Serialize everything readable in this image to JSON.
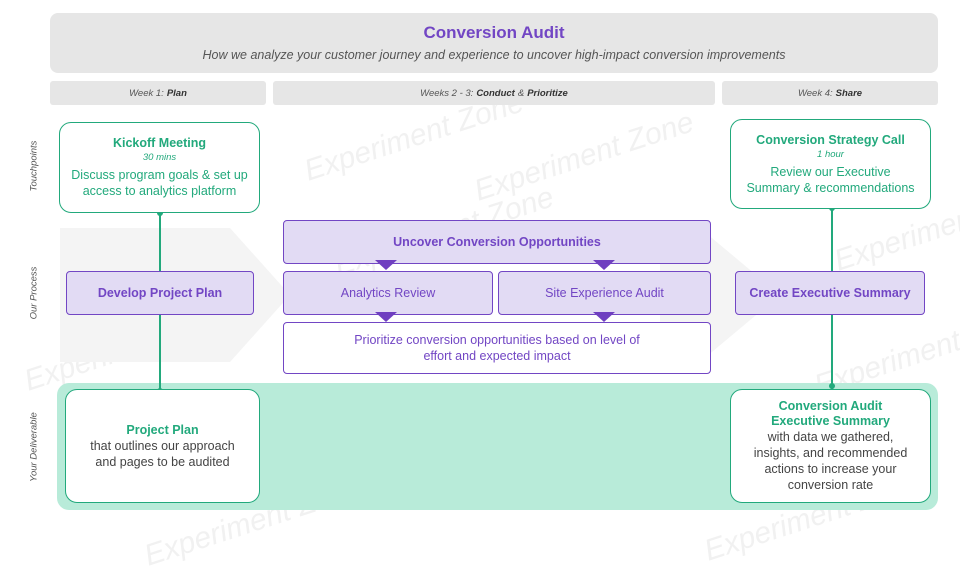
{
  "header": {
    "title": "Conversion Audit",
    "subtitle": "How we analyze your customer journey and experience to uncover high-impact conversion improvements"
  },
  "weeks": [
    {
      "prefix": "Week 1:",
      "strong": "Plan"
    },
    {
      "prefix": "Weeks 2 - 3:",
      "strong": "Conduct",
      "joiner": "&",
      "strong2": "Prioritize"
    },
    {
      "prefix": "Week 4:",
      "strong": "Share"
    }
  ],
  "row_labels": {
    "touchpoints": "Touchpoints",
    "process": "Our Process",
    "deliverable": "Your Deliverable"
  },
  "touchpoints": {
    "kickoff": {
      "title": "Kickoff Meeting",
      "duration": "30 mins",
      "desc_line1": "Discuss program goals & set up",
      "desc_line2": "access to analytics platform"
    },
    "strategy": {
      "title": "Conversion Strategy Call",
      "duration": "1 hour",
      "desc_line1": "Review our Executive",
      "desc_line2": "Summary & recommendations"
    }
  },
  "process": {
    "develop": "Develop Project Plan",
    "uncover": "Uncover Conversion Opportunities",
    "analytics": "Analytics Review",
    "site_audit": "Site Experience Audit",
    "prioritize_line1": "Prioritize conversion opportunities based on level of",
    "prioritize_line2": "effort and expected impact",
    "create": "Create Executive Summary"
  },
  "deliverables": {
    "plan": {
      "title": "Project Plan",
      "line1": "that outlines our approach",
      "line2": "and pages to be audited"
    },
    "summary": {
      "title_line1": "Conversion Audit",
      "title_line2": "Executive Summary",
      "line1": "with data we gathered,",
      "line2": "insights, and recommended",
      "line3": "actions to increase your",
      "line4": "conversion rate"
    }
  },
  "watermark": "Experiment Zone",
  "colors": {
    "purple": "#7246c4",
    "purple_fill": "#e2dbf4",
    "green": "#22a97c",
    "band": "#b8ebd9",
    "grey_panel": "#e6e6e6"
  }
}
